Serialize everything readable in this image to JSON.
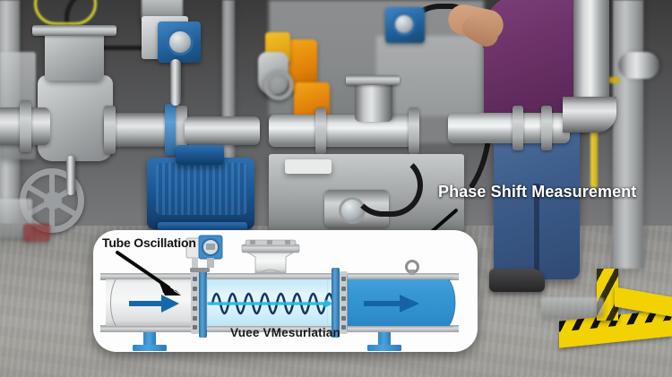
{
  "image": {
    "kind": "annotated-photo-with-diagram-overlay",
    "subject": "Coriolis flow meter measurement principle over industrial skid photo"
  },
  "annotations": {
    "phase_shift_label": "Phase Shift Measurement",
    "phase_shift_arrow": "arrow-down-left-icon",
    "tube_oscillation_label": "Tube Oscillation",
    "tube_oscillation_arrow": "arrow-down-right-icon"
  },
  "diagram": {
    "caption": "Vuee VMesurlatian",
    "inlet_flow_arrow": "flow-arrow-right-icon",
    "outlet_flow_arrow": "flow-arrow-right-icon",
    "oscillation_wave": "sine-wave-icon",
    "centerline": "axis-line-icon",
    "transmitter": "flow-transmitter-icon",
    "top_nozzle": "flanged-nozzle-icon",
    "lifting_eye": "lifting-eye-icon",
    "support_left": "pipe-support-icon",
    "support_right": "pipe-support-icon",
    "flange_left": "bolted-flange-icon",
    "flange_right": "bolted-flange-icon",
    "wave_cycles": 9
  },
  "photo": {
    "scene": "industrial process skid",
    "elements": [
      "gate-valve-icon",
      "handwheel-icon",
      "blue-motor-icon",
      "flow-transmitter-icon",
      "orange-actuator-icon",
      "stainless-piping-icon",
      "yellow-handrail-icon",
      "safety-barrier-icon",
      "operator-person-icon"
    ],
    "operator_shirt": "purple",
    "operator_trousers": "blue denim"
  },
  "colors": {
    "accent_blue": "#3898d4",
    "arrow_blue": "#1668ad",
    "wave_navy": "#16365f",
    "tube_cyan": "#d9f1fb",
    "centerline_cyan": "#28b8ea",
    "pipe_gray": "#e3e5e5",
    "card_white": "#fdfdfd",
    "callout_white": "#ffffff",
    "safety_yellow": "#f2d200"
  }
}
